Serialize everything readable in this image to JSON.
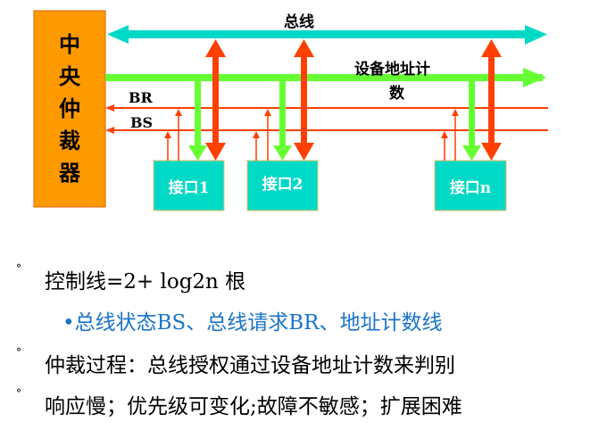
{
  "diagram": {
    "arbiter": {
      "label": "中央仲裁器",
      "chars": [
        "中",
        "央",
        "仲",
        "裁",
        "器"
      ]
    },
    "bus_label": "总线",
    "address_count_label_line1": "设备地址计",
    "address_count_label_line2": "数",
    "br_label": "BR",
    "bs_label": "BS",
    "interfaces": [
      "接口1",
      "接口2",
      "接口n"
    ],
    "colors": {
      "arbiter_fill": "#ff9900",
      "bus_arrow": "#00d9c6",
      "address_arrow": "#66ff33",
      "control_line": "#ff4000",
      "interface_fill": "#00d9c6"
    }
  },
  "bullets": {
    "item1": "控制线=2+ log2n 根",
    "sub1": "•总线状态BS、总线请求BR、地址计数线",
    "item2": "仲裁过程：总线授权通过设备地址计数来判别",
    "item3": "响应慢；优先级可变化;故障不敏感；扩展困难",
    "marker": "°"
  }
}
